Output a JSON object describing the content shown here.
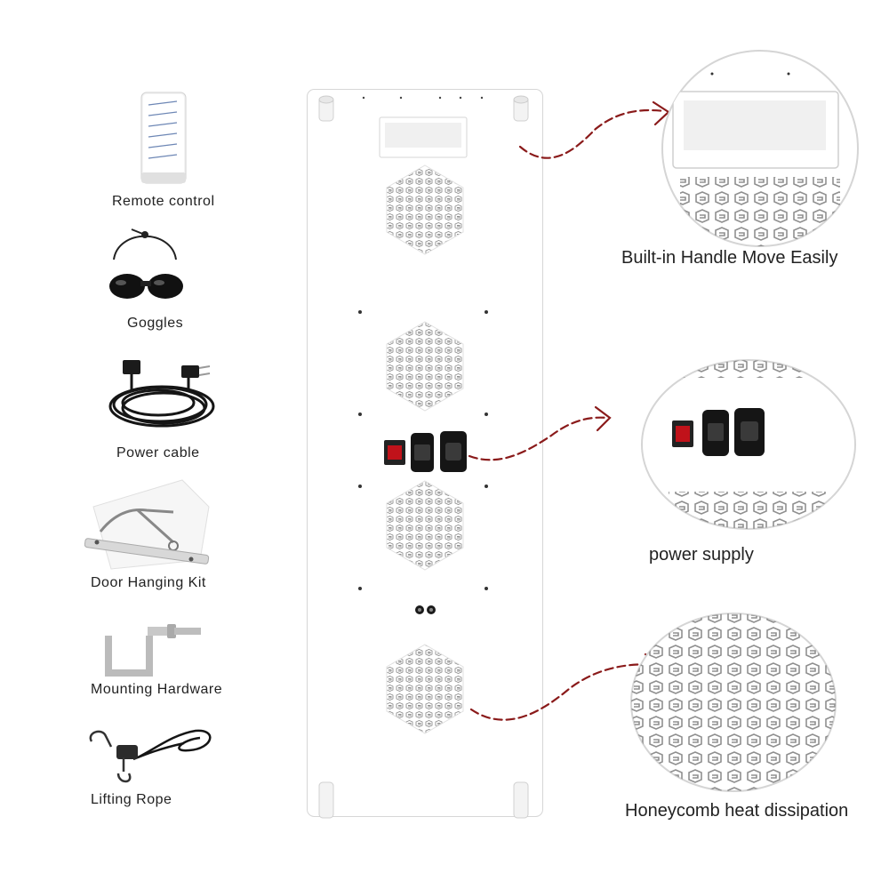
{
  "accessories": [
    {
      "id": "remote",
      "label": "Remote control",
      "icon": "remote-control-icon"
    },
    {
      "id": "goggles",
      "label": "Goggles",
      "icon": "goggles-icon"
    },
    {
      "id": "cable",
      "label": "Power cable",
      "icon": "power-cable-icon"
    },
    {
      "id": "door",
      "label": "Door Hanging Kit",
      "icon": "door-hanging-kit-icon"
    },
    {
      "id": "mount",
      "label": "Mounting Hardware",
      "icon": "mounting-hardware-icon"
    },
    {
      "id": "rope",
      "label": "Lifting Rope",
      "icon": "lifting-rope-icon"
    }
  ],
  "callouts": [
    {
      "id": "handle",
      "label": "Built-in Handle Move Easily"
    },
    {
      "id": "power",
      "label": "power supply"
    },
    {
      "id": "honeycomb",
      "label": "Honeycomb heat dissipation"
    }
  ],
  "colors": {
    "arrow": "#8a1a1a",
    "panel": "#ffffff",
    "panel_border": "#d6d6d6",
    "honeycomb": "#9a9a9a",
    "switch": "#c0121a"
  }
}
